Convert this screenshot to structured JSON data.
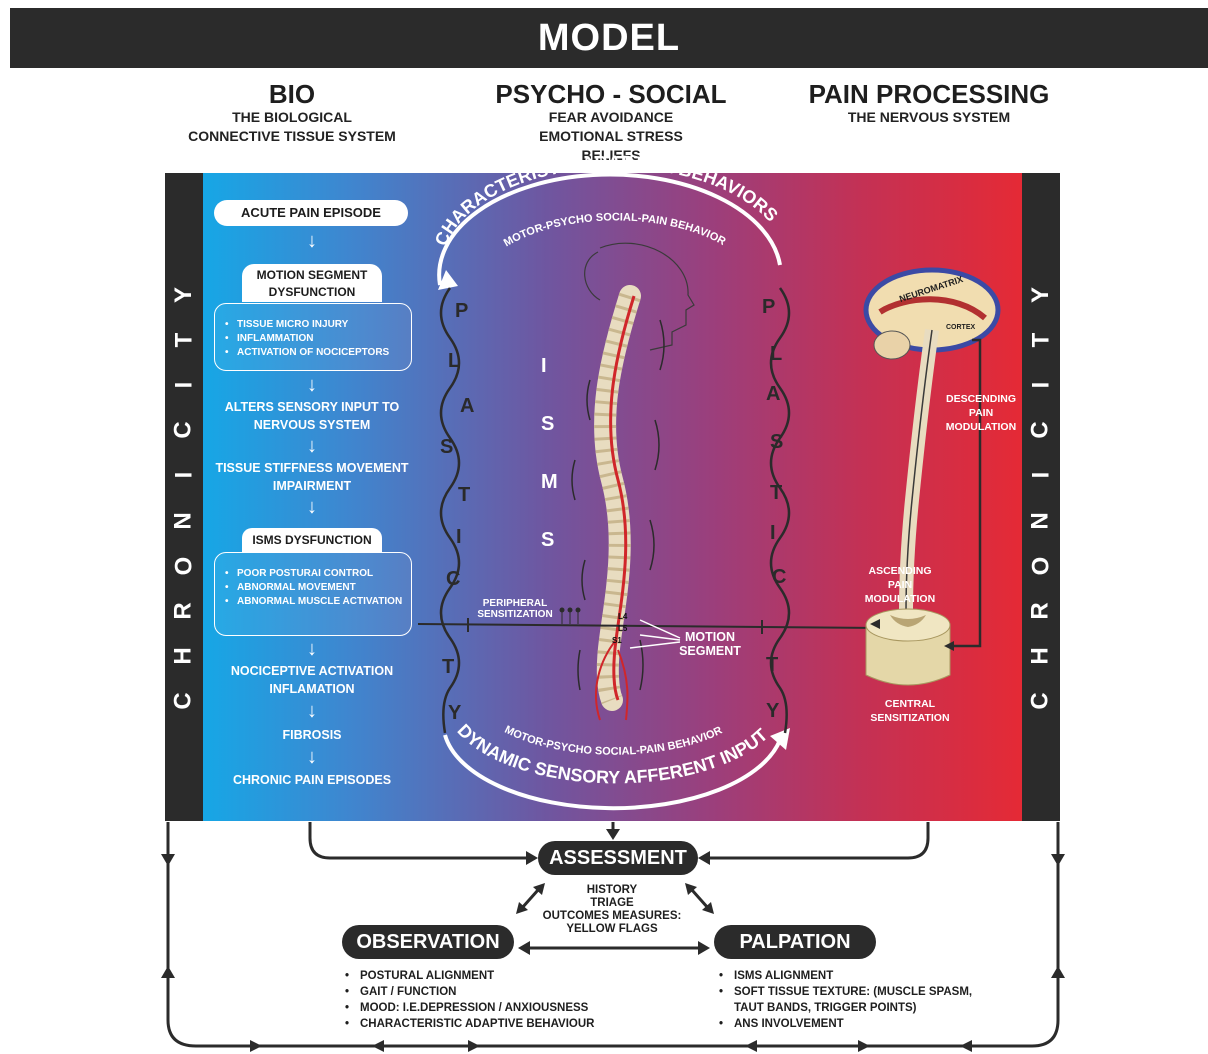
{
  "title": "MODEL",
  "columns": {
    "bio": {
      "heading": "BIO",
      "sub1": "THE BIOLOGICAL",
      "sub2": "CONNECTIVE TISSUE SYSTEM"
    },
    "psycho": {
      "heading": "PSYCHO - SOCIAL",
      "sub1": "FEAR AVOIDANCE",
      "sub2": "EMOTIONAL STRESS",
      "sub3": "BELIEFS"
    },
    "pain": {
      "heading": "PAIN PROCESSING",
      "sub1": "THE NERVOUS SYSTEM"
    }
  },
  "chronicity_letters": [
    "C",
    "H",
    "R",
    "O",
    "N",
    "I",
    "C",
    "I",
    "T",
    "Y"
  ],
  "bio_flow": {
    "acute": "ACUTE PAIN EPISODE",
    "motion_segment_title": "MOTION SEGMENT DYSFUNCTION",
    "motion_items": [
      "TISSUE MICRO INJURY",
      "INFLAMMATION",
      "ACTIVATION OF NOCICEPTORS"
    ],
    "alters": "ALTERS SENSORY INPUT TO NERVOUS SYSTEM",
    "stiffness": "TISSUE STIFFNESS MOVEMENT IMPAIRMENT",
    "isms_title": "ISMS DYSFUNCTION",
    "isms_items": [
      "POOR POSTURAI CONTROL",
      "ABNORMAL MOVEMENT",
      "ABNORMAL MUSCLE ACTIVATION"
    ],
    "nociceptive": "NOCICEPTIVE ACTIVATION INFLAMATION",
    "fibrosis": "FIBROSIS",
    "chronic": "CHRONIC PAIN EPISODES"
  },
  "center": {
    "arc_top_big": "CHARACTERISTIC ADAPTIVE BEHAVIORS",
    "arc_top_small": "MOTOR-PSYCHO SOCIAL-PAIN BEHAVIOR",
    "arc_bottom_small": "MOTOR-PSYCHO SOCIAL-PAIN BEHAVIOR",
    "arc_bottom_big": "DYNAMIC SENSORY AFFERENT INPUT",
    "plasticity": [
      "P",
      "L",
      "A",
      "S",
      "T",
      "I",
      "C",
      "I",
      "T",
      "Y"
    ],
    "isms": [
      "I",
      "S",
      "M",
      "S"
    ],
    "peripheral": "PERIPHERAL SENSITIZATION",
    "motion_segment": "MOTION SEGMENT",
    "vertebra_labels": [
      "L4",
      "L5",
      "S1"
    ]
  },
  "nervous": {
    "neuromatrix": "NEUROMATRIX",
    "cortex": "CORTEX",
    "descending": "DESCENDING PAIN MODULATION",
    "ascending": "ASCENDING PAIN MODULATION",
    "central": "CENTRAL SENSITIZATION"
  },
  "assessment": {
    "label": "ASSESSMENT",
    "items": [
      "HISTORY",
      "TRIAGE",
      "OUTCOMES MEASURES:",
      "YELLOW FLAGS"
    ]
  },
  "observation": {
    "label": "OBSERVATION",
    "items": [
      "POSTURAL ALIGNMENT",
      "GAIT / FUNCTION",
      "MOOD: I.E.DEPRESSION / ANXIOUSNESS",
      "CHARACTERISTIC ADAPTIVE BEHAVIOUR"
    ]
  },
  "palpation": {
    "label": "PALPATION",
    "items": [
      "ISMS ALIGNMENT",
      "SOFT TISSUE TEXTURE: (MUSCLE SPASM,",
      "TAUT BANDS, TRIGGER POINTS)",
      "ANS INVOLVEMENT"
    ]
  },
  "colors": {
    "dark": "#2b2b2b",
    "blue": "#16a7e6",
    "red": "#e52a35",
    "purple": "#8a4590"
  }
}
